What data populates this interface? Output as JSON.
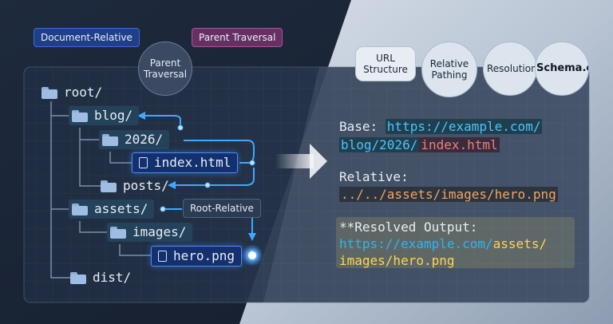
{
  "pills": {
    "document_relative": "Document-Relative",
    "parent_traversal": "Parent Traversal"
  },
  "circles": {
    "parent_traversal": "Parent\nTraversal",
    "url_structure": "URL\nStructure",
    "relative_pathing": "Relative\nPathing",
    "resolution": "Resolution",
    "schema": "Schema.org"
  },
  "tree": {
    "root": "root/",
    "blog": "blog/",
    "year": "2026/",
    "index": "index.html",
    "posts": "posts/",
    "assets": "assets/",
    "images": "images/",
    "hero": "hero.png",
    "dist": "dist/",
    "root_relative": "Root-Relative"
  },
  "code": {
    "base_label": "Base: ",
    "base_url_1": "https://example.com/",
    "base_url_2a": "blog/2026/",
    "base_url_2b": "index.html",
    "relative_label": "Relative:",
    "relative_path": "../../assets/images/hero.png",
    "resolved_label": "**Resolved Output:",
    "resolved_url_1a": "https://example.com/",
    "resolved_url_1b": "assets/",
    "resolved_url_2": "images/hero.png"
  },
  "colors": {
    "background_left": "#1a2638",
    "background_right": "#c9d3df",
    "accent_blue": "#3fa9ff",
    "link_blue": "#4fc3f7",
    "highlight_red": "#f07f7f",
    "highlight_yellow": "#ffd54f"
  },
  "icons": [
    "folder-icon",
    "file-icon",
    "arrow-right-icon"
  ]
}
